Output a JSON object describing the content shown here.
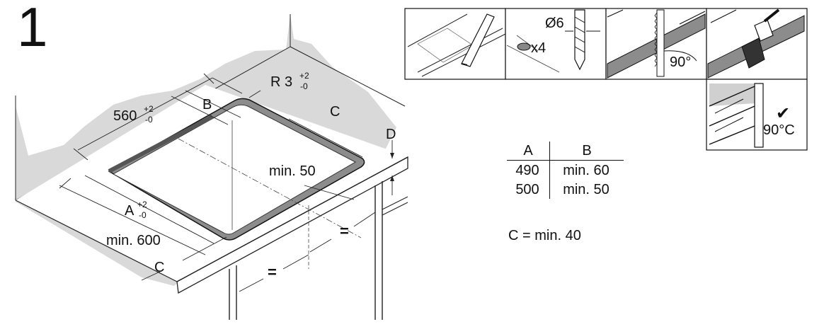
{
  "step_number": "1",
  "main_drawing": {
    "dim_width": "560",
    "dim_depth": "A",
    "tolerance_plus": "+2",
    "tolerance_minus": "-0",
    "radius_label": "R 3",
    "label_b": "B",
    "label_c_top": "C",
    "label_c_bottom": "C",
    "label_d": "D",
    "min_50": "min. 50",
    "min_600": "min. 600",
    "equal_top": "=",
    "equal_bottom": "="
  },
  "steps_panel": {
    "drill_diameter": "Ø6",
    "hole_count": "x4",
    "angle": "90°",
    "temperature": "90°C",
    "check_mark": "✔"
  },
  "dimension_table": {
    "headers": [
      "A",
      "B"
    ],
    "rows": [
      [
        "490",
        "min. 60"
      ],
      [
        "500",
        "min. 50"
      ]
    ]
  },
  "c_note": "C = min. 40"
}
